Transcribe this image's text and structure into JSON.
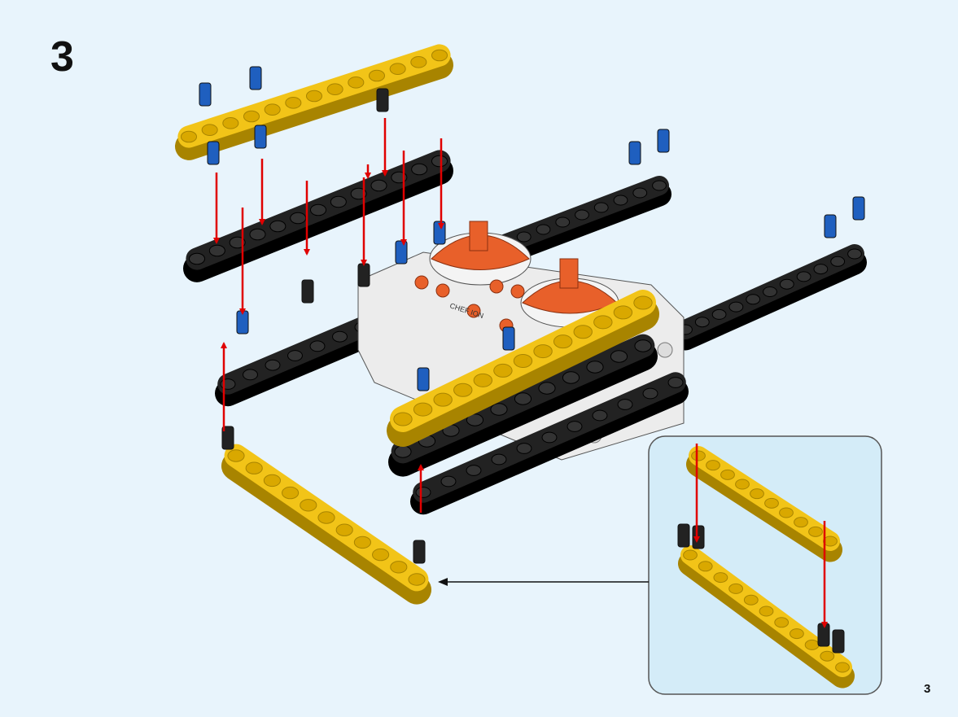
{
  "step_number": "3",
  "page_number": "3",
  "hub_label": "CHEF ION",
  "colors": {
    "background": "#e8f4fc",
    "inset_background": "#d4ecf8",
    "beam_yellow": "#f2c418",
    "beam_black": "#222222",
    "pin_blue": "#1f5fbf",
    "arrow_red": "#e00000",
    "hub_white": "#ececec",
    "hub_orange": "#e8602a"
  }
}
